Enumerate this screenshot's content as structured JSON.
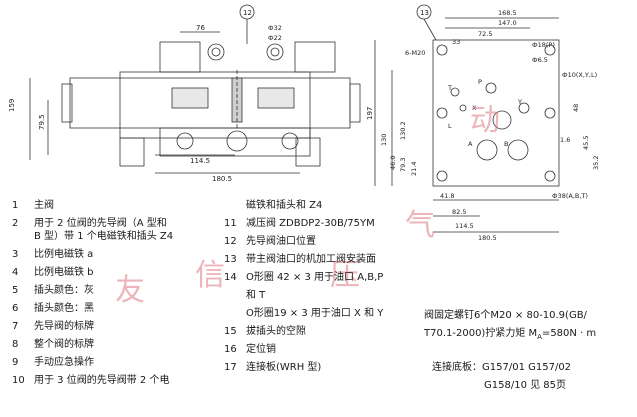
{
  "drawing_left": {
    "balloon": "12",
    "dims": {
      "top": "76",
      "phi32": "Ф32",
      "phi22": "Ф22",
      "left_outer": "159",
      "left_inner": "79.5",
      "bottom_inner": "114.5",
      "bottom_outer": "180.5"
    }
  },
  "drawing_right": {
    "balloon": "13",
    "dims": {
      "d1": "168.5",
      "d2": "147.0",
      "d3": "72.5",
      "d4": "33",
      "h1": "197",
      "h2": "130",
      "h3": "130.2",
      "h4": "46.0",
      "h5": "21.4",
      "h6": "79.3",
      "h7": "41.8",
      "b1": "82.5",
      "b2": "114.5",
      "b3": "180.5",
      "d5": "1.6",
      "d6": "48",
      "d7": "45.5",
      "d8": "35.2"
    },
    "labels": {
      "thread": "6-M20",
      "port_t": "T",
      "port_p": "P",
      "port_x": "X",
      "port_y": "Y",
      "port_a": "A",
      "port_b": "B",
      "port_l": "L",
      "hole1": "Ф18(P)",
      "hole2": "Ф6.5",
      "hole3": "Ф10(X,Y,L)",
      "hole4": "Ф38(A,B,T)"
    }
  },
  "legend_left": [
    {
      "num": "1",
      "text": "主阀"
    },
    {
      "num": "2",
      "text": "用于 2 位阀的先导阀（A 型和"
    },
    {
      "num": "",
      "text": "B 型）带 1 个电磁铁和插头 Z4"
    },
    {
      "num": "3",
      "text": "比例电磁铁 a"
    },
    {
      "num": "4",
      "text": "比例电磁铁 b"
    },
    {
      "num": "5",
      "text": "插头颜色：灰"
    },
    {
      "num": "6",
      "text": "插头颜色：黑"
    },
    {
      "num": "7",
      "text": "先导阀的标牌"
    },
    {
      "num": "8",
      "text": "整个阀的标牌"
    },
    {
      "num": "9",
      "text": "手动应急操作"
    },
    {
      "num": "10",
      "text": "用于 3 位阀的先导阀带 2 个电"
    }
  ],
  "legend_mid": [
    {
      "num": "",
      "text": "磁铁和插头和 Z4"
    },
    {
      "num": "11",
      "text": "减压阀  ZDBDP2-30B/75YM"
    },
    {
      "num": "12",
      "text": "先导阀油口位置"
    },
    {
      "num": "13",
      "text": "带主阀油口的机加工阀安装面"
    },
    {
      "num": "14",
      "text": "O形圈 42 × 3 用于油口 A,B,P"
    },
    {
      "num": "",
      "text": "和 T"
    },
    {
      "num": "",
      "text": "O形圈19 × 3 用于油口 X 和 Y"
    },
    {
      "num": "15",
      "text": "拔插头的空隙"
    },
    {
      "num": "16",
      "text": "定位销"
    },
    {
      "num": "17",
      "text": "连接板(WRH 型)"
    }
  ],
  "extra": {
    "l1": "阀固定螺钉6个M20 × 80-10.9(GB/",
    "l2": "T70.1-2000)拧紧力矩 M",
    "l2sub": "A",
    "l2b": "=580N · m",
    "l3": "连接底板：G157/01    G157/02",
    "l4": "G158/10    见 85页"
  },
  "watermark": [
    "友",
    "信",
    "压",
    "气",
    "动"
  ]
}
